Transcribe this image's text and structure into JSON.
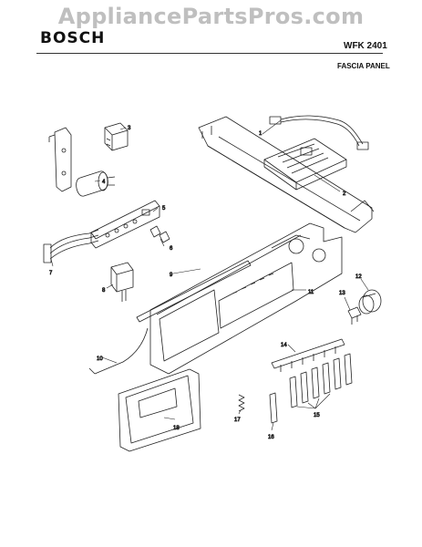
{
  "watermark": "AppliancePartsPros.com",
  "header": {
    "brand": "BOSCH",
    "model": "WFK 2401",
    "section": "FASCIA PANEL"
  },
  "callouts": [
    "1",
    "2",
    "3",
    "4",
    "5",
    "6",
    "7",
    "8",
    "9",
    "10",
    "11",
    "12",
    "13",
    "14",
    "15",
    "16",
    "17",
    "18"
  ]
}
